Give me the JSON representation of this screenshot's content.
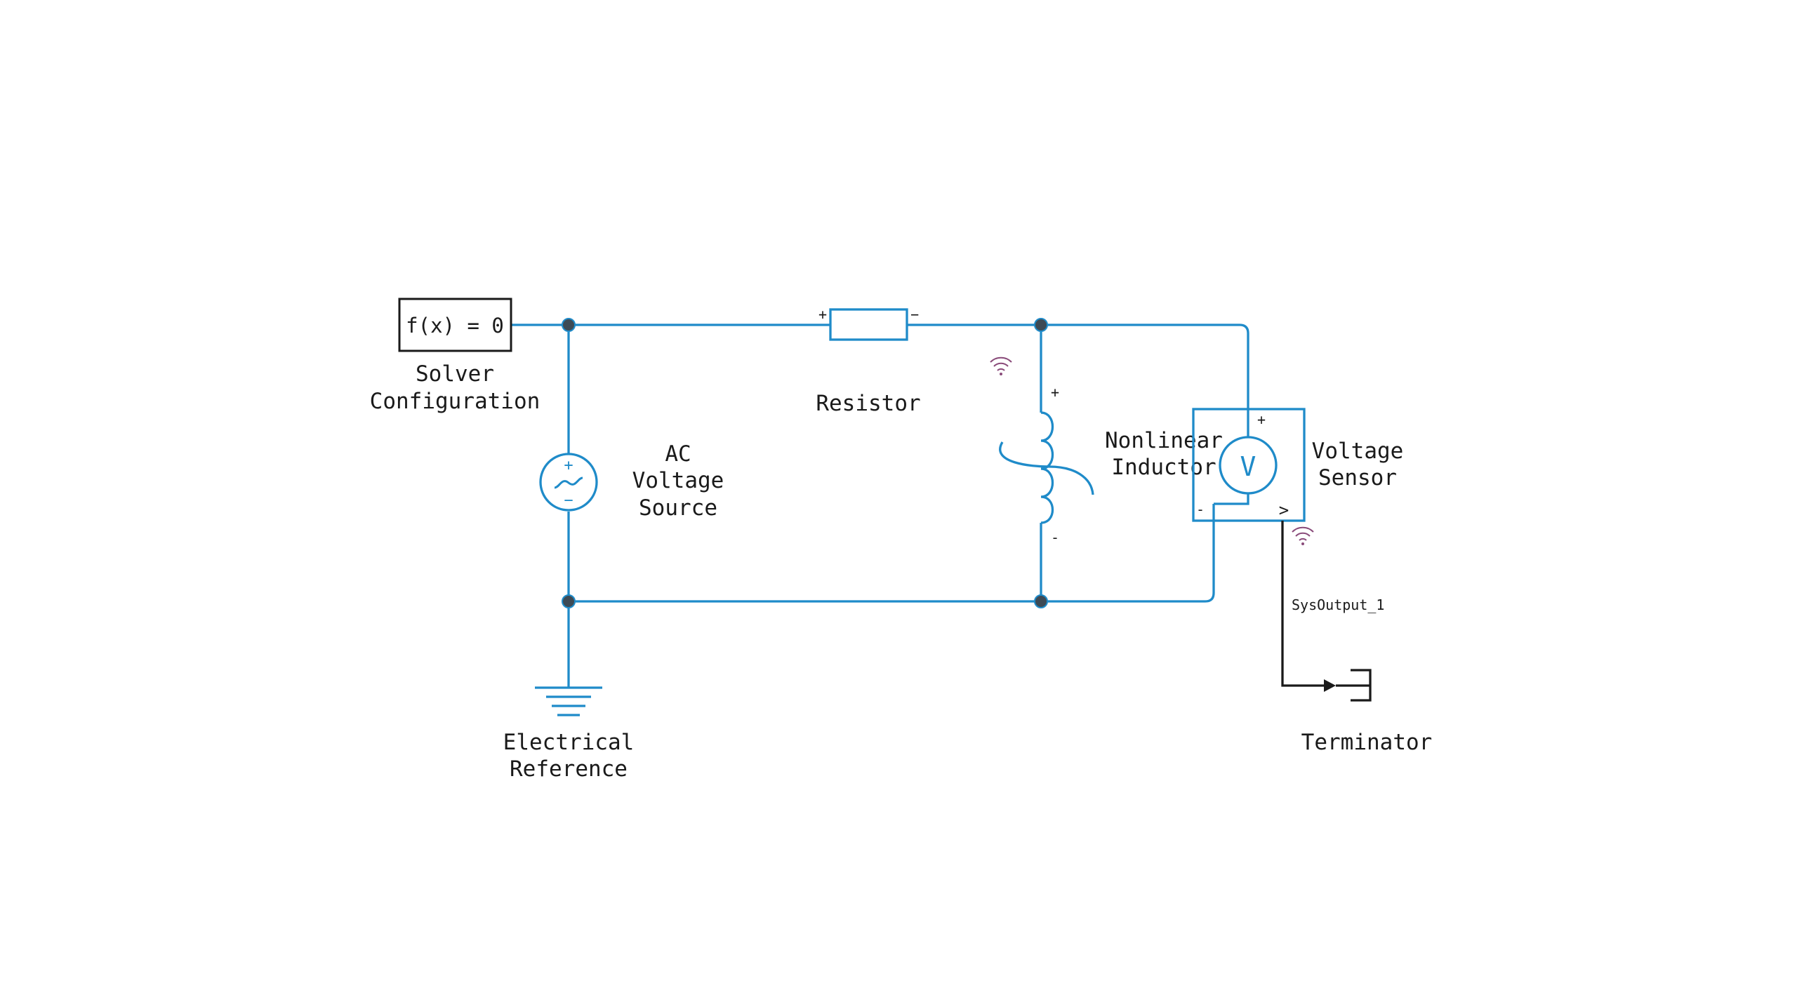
{
  "colors": {
    "physical_wire": "#1f8bc9",
    "signal_line": "#1a1a1a",
    "junction_dot": "#3d4a55",
    "signal_icon": "#8a4b7a",
    "background": "#ffffff"
  },
  "blocks": {
    "solver": {
      "text": "f(x) = 0",
      "label_line1": "Solver",
      "label_line2": "Configuration"
    },
    "ac_source": {
      "label_line1": "AC",
      "label_line2": "Voltage",
      "label_line3": "Source",
      "plus": "+",
      "minus": "−"
    },
    "resistor": {
      "label": "Resistor",
      "plus": "+",
      "minus": "−"
    },
    "inductor": {
      "label_line1": "Nonlinear",
      "label_line2": "Inductor",
      "plus": "+",
      "minus": "-"
    },
    "voltage_sensor": {
      "symbol": "V",
      "label_line1": "Voltage",
      "label_line2": "Sensor",
      "plus": "+",
      "minus": "-",
      "out": ">"
    },
    "ground": {
      "label_line1": "Electrical",
      "label_line2": "Reference"
    },
    "terminator": {
      "label": "Terminator"
    }
  },
  "signals": {
    "output_name": "SysOutput_1"
  },
  "icons": [
    "logging-icon",
    "ac-source-icon",
    "ground-icon"
  ]
}
